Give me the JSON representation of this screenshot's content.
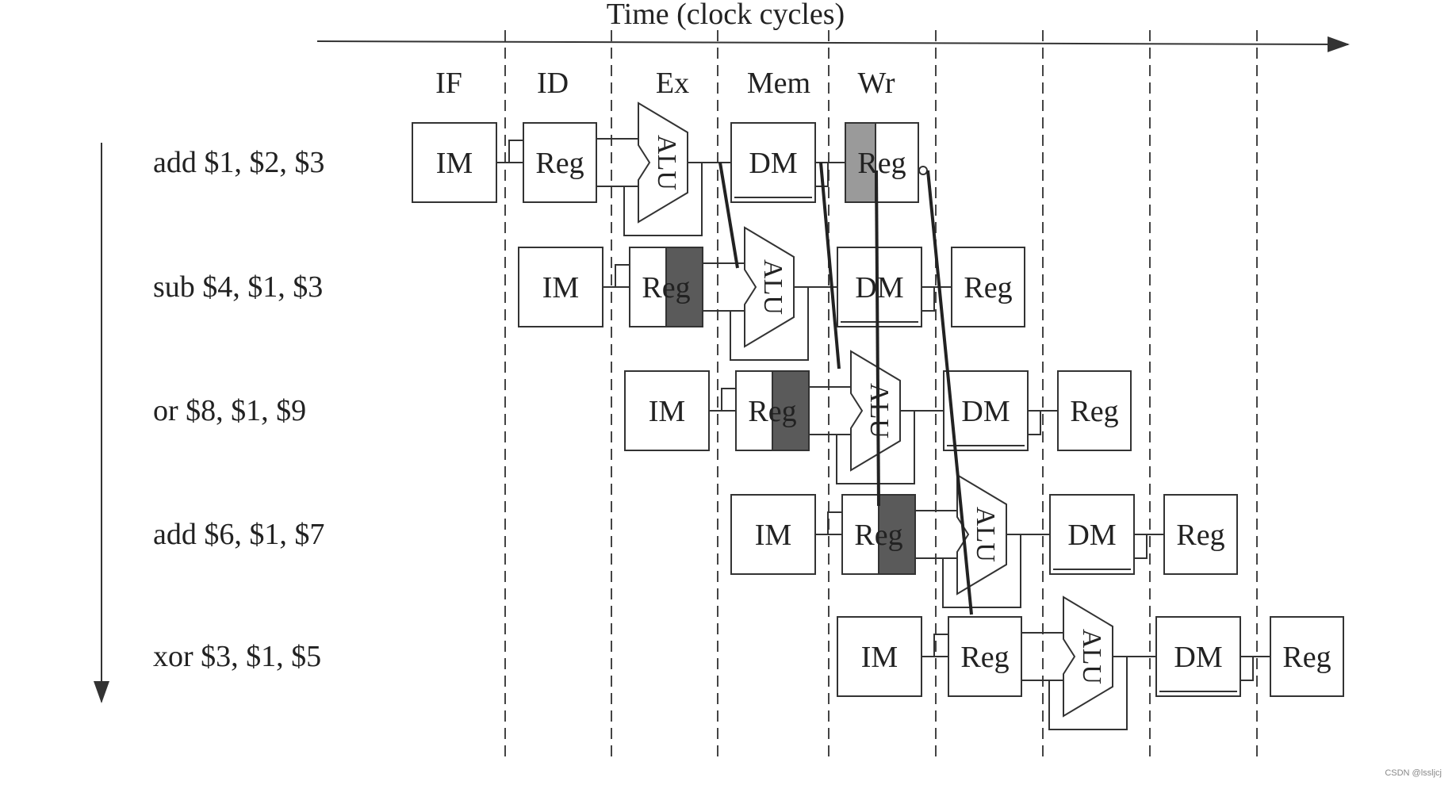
{
  "title": "Time (clock cycles)",
  "stages": [
    "IF",
    "ID",
    "Ex",
    "Mem",
    "Wr"
  ],
  "instructions": [
    "add $1, $2, $3",
    "sub $4, $1, $3",
    "or $8, $1, $9",
    "add $6, $1, $7",
    "xor $3, $1, $5"
  ],
  "unit_labels": {
    "im": "IM",
    "reg": "Reg",
    "alu": "ALU",
    "dm": "DM"
  },
  "watermark": "CSDN @lssljcj",
  "colors": {
    "reg_write_shade": "#9a9a9a",
    "reg_read_shade": "#5a5a5a",
    "line": "#333333"
  }
}
